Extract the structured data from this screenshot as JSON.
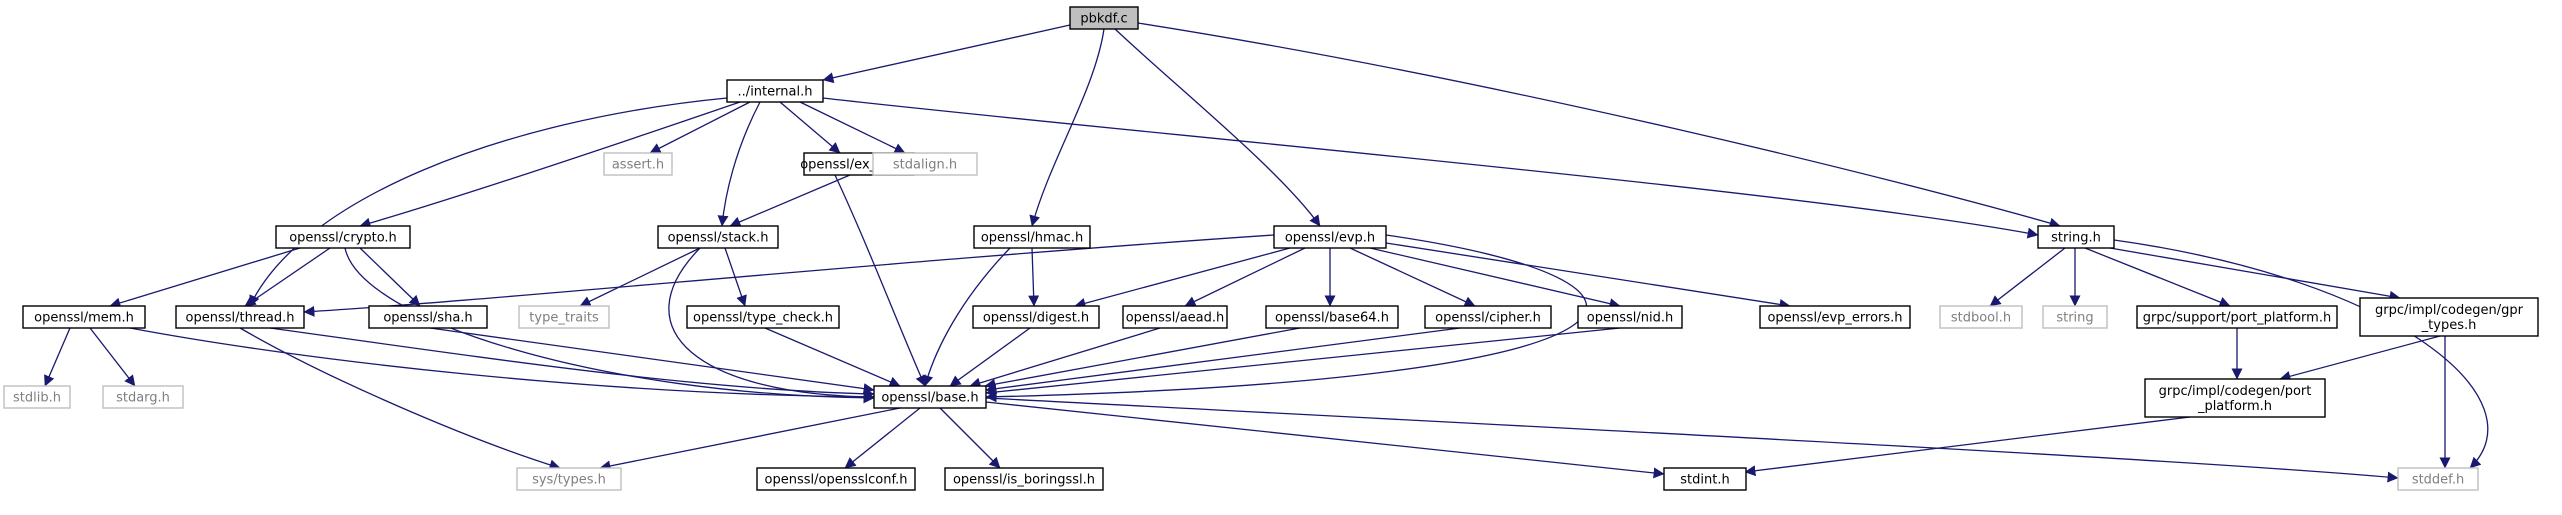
{
  "colors": {
    "edge": "#191970",
    "box_border": "#000000",
    "sys_border": "#bfbfbf",
    "sys_text": "#7f7f7f",
    "root_fill": "#bfbfbf",
    "text": "#000000"
  },
  "nodes": [
    {
      "id": "pbkdf",
      "label": "pbkdf.c",
      "kind": "root"
    },
    {
      "id": "internal",
      "label": "../internal.h",
      "kind": "local"
    },
    {
      "id": "assert",
      "label": "assert.h",
      "kind": "system"
    },
    {
      "id": "ex_data",
      "label": "openssl/ex_data.h",
      "kind": "local"
    },
    {
      "id": "stdalign",
      "label": "stdalign.h",
      "kind": "system"
    },
    {
      "id": "crypto",
      "label": "openssl/crypto.h",
      "kind": "local"
    },
    {
      "id": "stack",
      "label": "openssl/stack.h",
      "kind": "local"
    },
    {
      "id": "hmac",
      "label": "openssl/hmac.h",
      "kind": "local"
    },
    {
      "id": "evp",
      "label": "openssl/evp.h",
      "kind": "local"
    },
    {
      "id": "string_h",
      "label": "string.h",
      "kind": "local"
    },
    {
      "id": "mem",
      "label": "openssl/mem.h",
      "kind": "local"
    },
    {
      "id": "thread",
      "label": "openssl/thread.h",
      "kind": "local"
    },
    {
      "id": "sha",
      "label": "openssl/sha.h",
      "kind": "local"
    },
    {
      "id": "type_traits",
      "label": "type_traits",
      "kind": "system"
    },
    {
      "id": "type_check",
      "label": "openssl/type_check.h",
      "kind": "local"
    },
    {
      "id": "digest",
      "label": "openssl/digest.h",
      "kind": "local"
    },
    {
      "id": "aead",
      "label": "openssl/aead.h",
      "kind": "local"
    },
    {
      "id": "base64",
      "label": "openssl/base64.h",
      "kind": "local"
    },
    {
      "id": "cipher",
      "label": "openssl/cipher.h",
      "kind": "local"
    },
    {
      "id": "nid",
      "label": "openssl/nid.h",
      "kind": "local"
    },
    {
      "id": "evp_errors",
      "label": "openssl/evp_errors.h",
      "kind": "local"
    },
    {
      "id": "stdbool",
      "label": "stdbool.h",
      "kind": "system"
    },
    {
      "id": "string",
      "label": "string",
      "kind": "system"
    },
    {
      "id": "port_platform_support",
      "label": "grpc/support/port_platform.h",
      "kind": "local"
    },
    {
      "id": "gpr_types",
      "label": [
        "grpc/impl/codegen/gpr",
        "_types.h"
      ],
      "kind": "local"
    },
    {
      "id": "stdlib",
      "label": "stdlib.h",
      "kind": "system"
    },
    {
      "id": "stdarg",
      "label": "stdarg.h",
      "kind": "system"
    },
    {
      "id": "base",
      "label": "openssl/base.h",
      "kind": "local"
    },
    {
      "id": "port_platform_codegen",
      "label": [
        "grpc/impl/codegen/port",
        "_platform.h"
      ],
      "kind": "local"
    },
    {
      "id": "sys_types",
      "label": "sys/types.h",
      "kind": "system"
    },
    {
      "id": "opensslconf",
      "label": "openssl/opensslconf.h",
      "kind": "local"
    },
    {
      "id": "is_boringssl",
      "label": "openssl/is_boringssl.h",
      "kind": "local"
    },
    {
      "id": "stdint",
      "label": "stdint.h",
      "kind": "local"
    },
    {
      "id": "stddef",
      "label": "stddef.h",
      "kind": "system"
    }
  ],
  "edges": [
    [
      "pbkdf",
      "internal"
    ],
    [
      "pbkdf",
      "hmac"
    ],
    [
      "pbkdf",
      "evp"
    ],
    [
      "pbkdf",
      "string_h"
    ],
    [
      "internal",
      "assert"
    ],
    [
      "internal",
      "ex_data"
    ],
    [
      "internal",
      "stdalign"
    ],
    [
      "internal",
      "crypto"
    ],
    [
      "internal",
      "stack"
    ],
    [
      "internal",
      "thread"
    ],
    [
      "internal",
      "string_h"
    ],
    [
      "ex_data",
      "stack"
    ],
    [
      "ex_data",
      "base"
    ],
    [
      "crypto",
      "mem"
    ],
    [
      "crypto",
      "thread"
    ],
    [
      "crypto",
      "sha"
    ],
    [
      "crypto",
      "base"
    ],
    [
      "stack",
      "type_traits"
    ],
    [
      "stack",
      "type_check"
    ],
    [
      "stack",
      "base"
    ],
    [
      "hmac",
      "digest"
    ],
    [
      "hmac",
      "base"
    ],
    [
      "evp",
      "thread"
    ],
    [
      "evp",
      "digest"
    ],
    [
      "evp",
      "aead"
    ],
    [
      "evp",
      "base64"
    ],
    [
      "evp",
      "cipher"
    ],
    [
      "evp",
      "nid"
    ],
    [
      "evp",
      "evp_errors"
    ],
    [
      "evp",
      "base"
    ],
    [
      "string_h",
      "stdbool"
    ],
    [
      "string_h",
      "string"
    ],
    [
      "string_h",
      "port_platform_support"
    ],
    [
      "string_h",
      "gpr_types"
    ],
    [
      "string_h",
      "stddef"
    ],
    [
      "mem",
      "stdlib"
    ],
    [
      "mem",
      "stdarg"
    ],
    [
      "mem",
      "base"
    ],
    [
      "thread",
      "sys_types"
    ],
    [
      "thread",
      "base"
    ],
    [
      "sha",
      "base"
    ],
    [
      "type_check",
      "base"
    ],
    [
      "digest",
      "base"
    ],
    [
      "aead",
      "base"
    ],
    [
      "base64",
      "base"
    ],
    [
      "cipher",
      "base"
    ],
    [
      "nid",
      "base"
    ],
    [
      "port_platform_support",
      "port_platform_codegen"
    ],
    [
      "gpr_types",
      "port_platform_codegen"
    ],
    [
      "gpr_types",
      "stddef"
    ],
    [
      "port_platform_codegen",
      "stdint"
    ],
    [
      "base",
      "sys_types"
    ],
    [
      "base",
      "opensslconf"
    ],
    [
      "base",
      "is_boringssl"
    ],
    [
      "base",
      "stdint"
    ],
    [
      "base",
      "stddef"
    ]
  ]
}
